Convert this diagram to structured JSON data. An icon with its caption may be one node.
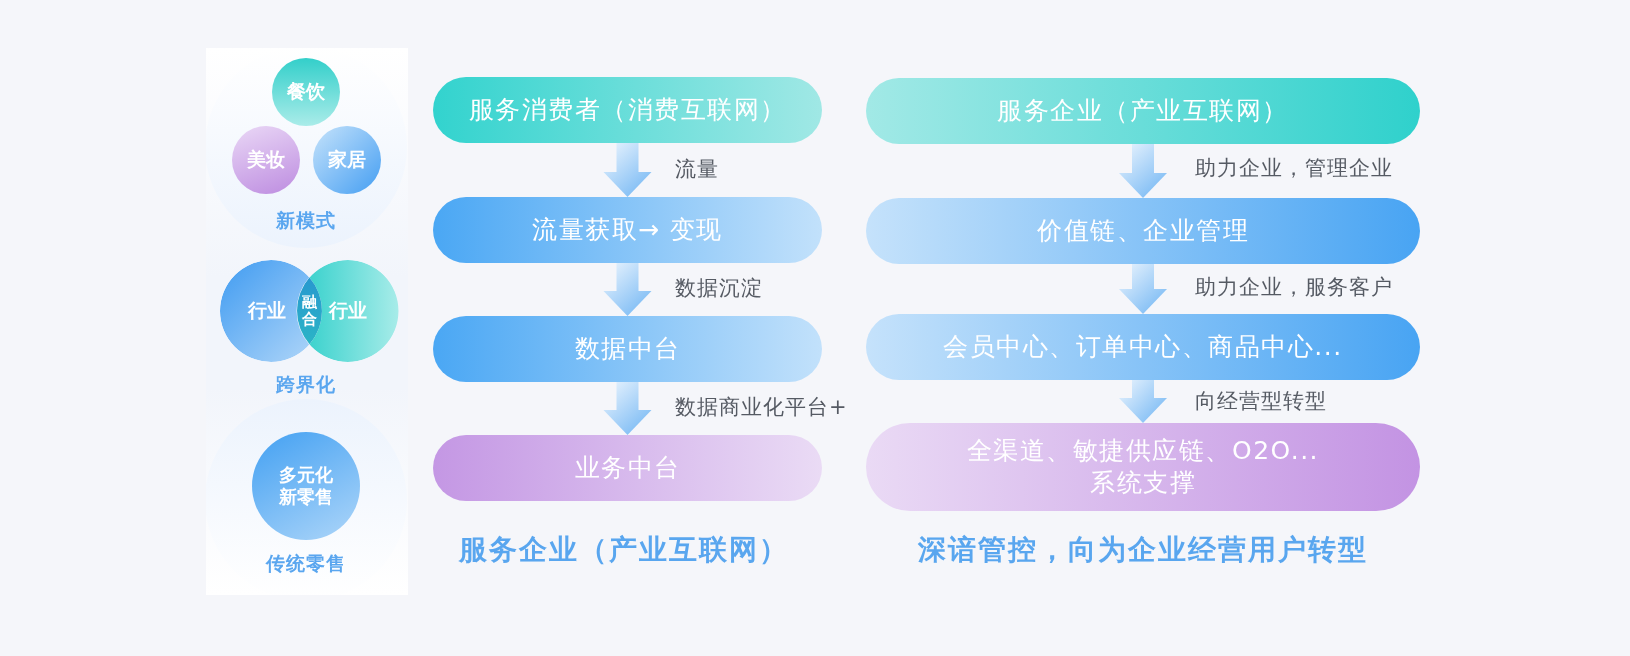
{
  "diagram": {
    "nodes": [
      {
        "text": [
          "餐饮"
        ]
      },
      {
        "text": [
          "美妆"
        ]
      },
      {
        "text": [
          "家居"
        ]
      },
      {
        "text": [
          "行业"
        ]
      },
      {
        "text": [
          "融合"
        ]
      },
      {
        "text": [
          "行业"
        ]
      },
      {
        "text": [
          "多元化新零售"
        ]
      },
      {
        "text": [
          "服务消费者（消费互联网）"
        ]
      },
      {
        "text": [
          "流量获取→ 变现"
        ]
      },
      {
        "text": [
          "数据中台"
        ]
      },
      {
        "text": [
          "业务中台"
        ]
      },
      {
        "text": [
          "服务企业（产业互联网）"
        ]
      },
      {
        "text": [
          "价值链、企业管理"
        ]
      },
      {
        "text": [
          "会员中心、订单中心、商品中心..."
        ]
      },
      {
        "text": [
          "全渠道、敏捷供应链、O2O...系统支撑"
        ]
      }
    ],
    "edges": [
      {
        "from": 7,
        "to": 8,
        "arrow": "to",
        "label": "流量"
      },
      {
        "from": 8,
        "to": 9,
        "arrow": "to",
        "label": "数据沉淀"
      },
      {
        "from": 9,
        "to": 10,
        "arrow": "to",
        "label": "数据商业化平台+"
      },
      {
        "from": 11,
        "to": 12,
        "arrow": "to",
        "label": "助力企业，管理企业"
      },
      {
        "from": 12,
        "to": 13,
        "arrow": "to",
        "label": "助力企业，服务客户"
      },
      {
        "from": 13,
        "to": 14,
        "arrow": "to",
        "label": "向经营型转型"
      }
    ],
    "labels": [
      "新模式",
      "跨界化",
      "传统零售",
      "服务企业（产业互联网）",
      "深谙管控，向为企业经营用户转型"
    ]
  }
}
